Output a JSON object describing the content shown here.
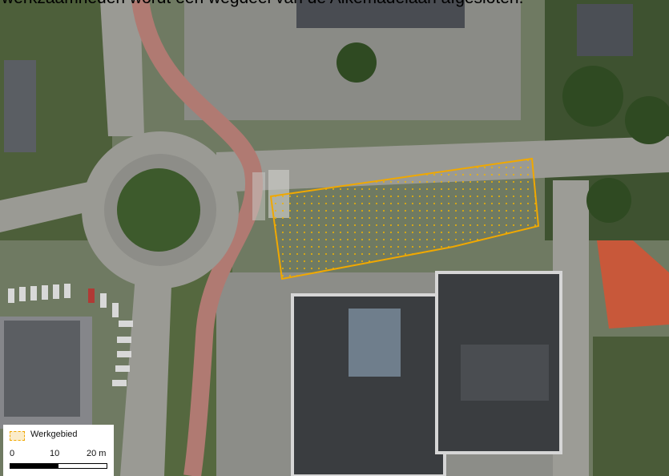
{
  "caption": "werkzaamheden wordt een wegdeel van de Alkemadelaan afgesloten.",
  "legend": {
    "label": "Werkgebied",
    "swatch_color": "#f0a800"
  },
  "scale": {
    "ticks": [
      "0",
      "10",
      "20 m"
    ]
  },
  "colors": {
    "road": "#9a9a94",
    "bike_path": "#b07a72",
    "grass": "#3d5a2c",
    "trees": "#2f4a22",
    "roof_dark": "#3a3d40",
    "roof_red": "#c8583a",
    "work_area_outline": "#f0a800"
  }
}
